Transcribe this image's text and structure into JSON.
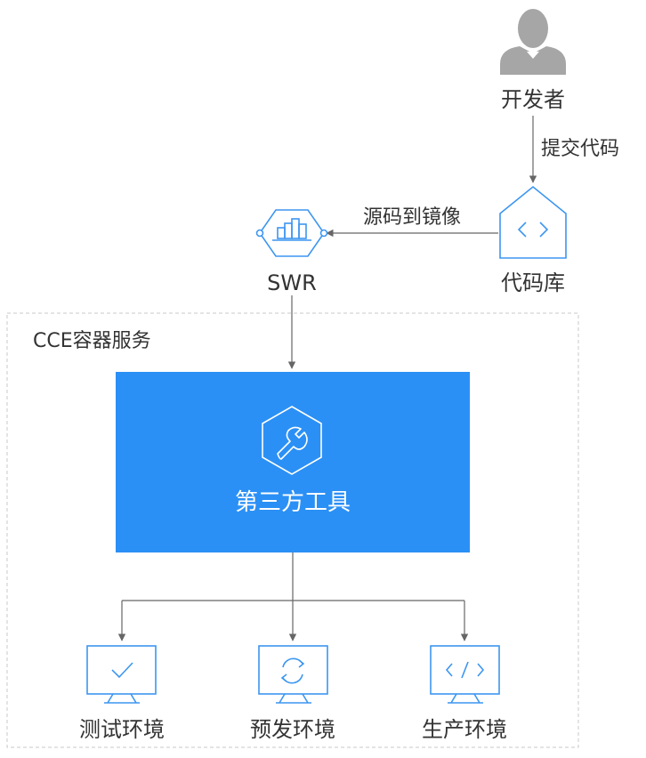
{
  "nodes": {
    "developer": "开发者",
    "repo": "代码库",
    "swr": "SWR",
    "cce": "CCE容器服务",
    "tool": "第三方工具",
    "env_test": "测试环境",
    "env_pre": "预发环境",
    "env_prod": "生产环境"
  },
  "edges": {
    "commit": "提交代码",
    "build": "源码到镜像"
  },
  "icons": {
    "developer": "user-icon",
    "repo": "code-house-icon",
    "swr": "image-registry-icon",
    "tool": "wrench-icon",
    "env_test": "monitor-check-icon",
    "env_pre": "monitor-refresh-icon",
    "env_prod": "monitor-code-icon"
  },
  "colors": {
    "accent": "#2b90f5",
    "icon_line": "#3d96f0",
    "user_gray": "#a6a6a6",
    "frame": "#c8c8c8",
    "connector": "#666666"
  }
}
